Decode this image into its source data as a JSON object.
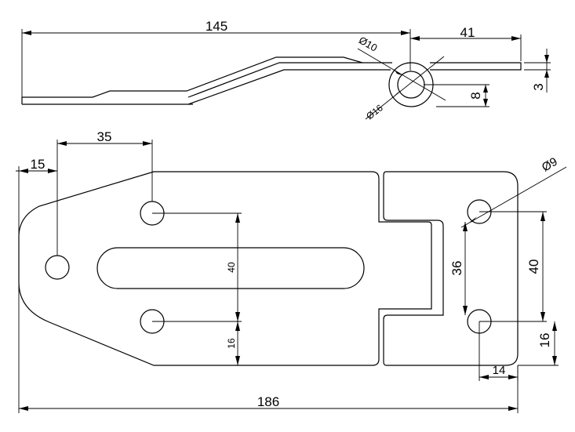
{
  "dimensions": {
    "top_length": "145",
    "top_offset": "41",
    "hole_small_dia": "Ø10",
    "hole_large_dia": "Ø16",
    "half_height": "8",
    "thickness": "3",
    "hole_spacing_x": "35",
    "edge_offset": "15",
    "hole_dia": "Ø9",
    "left_hole_spacing": "40",
    "left_hole_edge": "16",
    "mid_height": "36",
    "right_hole_spacing": "40",
    "right_hole_edge": "16",
    "right_hole_inset": "14",
    "overall_length": "186"
  }
}
